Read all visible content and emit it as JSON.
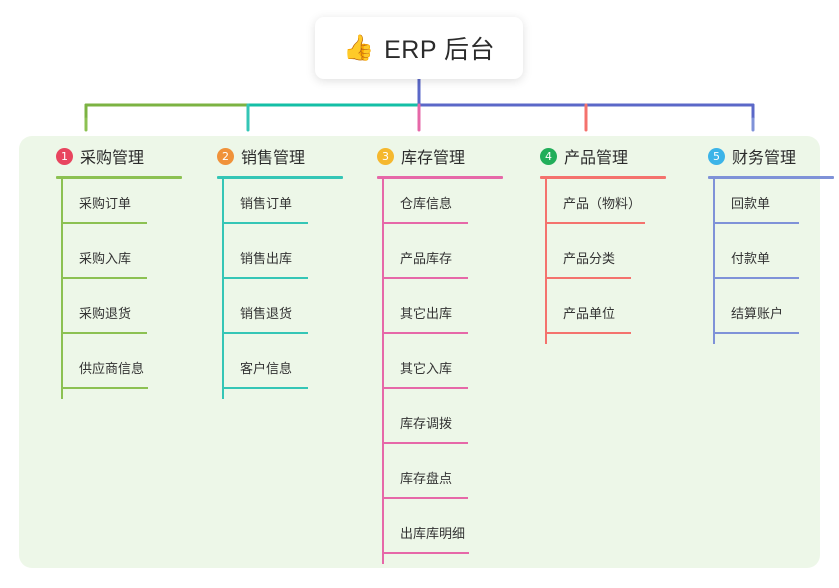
{
  "diagram": {
    "type": "mindmap-tree",
    "root": {
      "icon": "thumbs-up-icon",
      "emoji": "👍",
      "label": "ERP 后台"
    },
    "panel_color": "#edf7e8",
    "bus": {
      "segments": [
        {
          "name": "green-segment",
          "color": "#7cb342"
        },
        {
          "name": "teal-segment",
          "color": "#14bfa6"
        },
        {
          "name": "blue-segment",
          "color": "#5b68c8"
        }
      ],
      "stem_color": "#5b68c8"
    },
    "columns": [
      {
        "index": "1",
        "badge_color": "#e8455f",
        "line_color": "#8cc152",
        "title": "采购管理",
        "items": [
          "采购订单",
          "采购入库",
          "采购退货",
          "供应商信息"
        ]
      },
      {
        "index": "2",
        "badge_color": "#f0923a",
        "line_color": "#34c6b6",
        "title": "销售管理",
        "items": [
          "销售订单",
          "销售出库",
          "销售退货",
          "客户信息"
        ]
      },
      {
        "index": "3",
        "badge_color": "#f5b82e",
        "line_color": "#e668a8",
        "title": "库存管理",
        "items": [
          "仓库信息",
          "产品库存",
          "其它出库",
          "其它入库",
          "库存调拨",
          "库存盘点",
          "出库库明细"
        ]
      },
      {
        "index": "4",
        "badge_color": "#22ae5a",
        "line_color": "#f4726d",
        "title": "产品管理",
        "items": [
          "产品（物料）",
          "产品分类",
          "产品单位"
        ]
      },
      {
        "index": "5",
        "badge_color": "#3cb4e8",
        "line_color": "#7f92d8",
        "title": "财务管理",
        "items": [
          "回款单",
          "付款单",
          "结算账户"
        ]
      }
    ]
  }
}
